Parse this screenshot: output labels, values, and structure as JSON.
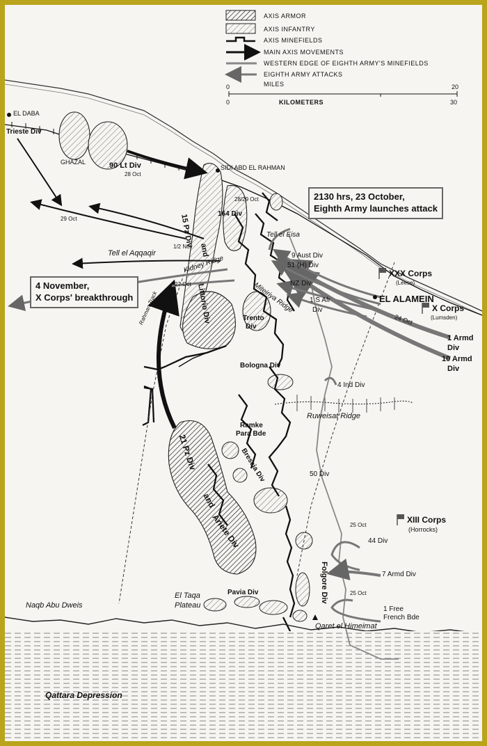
{
  "legend": {
    "axis_armor": "AXIS ARMOR",
    "axis_infantry": "AXIS INFANTRY",
    "axis_minefields": "AXIS MINEFIELDS",
    "main_axis_movements": "MAIN AXIS MOVEMENTS",
    "western_edge": "WESTERN EDGE OF EIGHTH ARMY'S MINEFIELDS",
    "eighth_army_attacks": "EIGHTH ARMY ATTACKS",
    "miles": "MILES",
    "kilometers": "KILOMETERS",
    "miles_0": "0",
    "miles_20": "20",
    "km_0": "0",
    "km_30": "30"
  },
  "callouts": {
    "attack_line1": "2130 hrs, 23 October,",
    "attack_line2": "Eighth Army launches attack",
    "breakthrough_line1": "4 November,",
    "breakthrough_line2": "X Corps' breakthrough"
  },
  "places": {
    "el_daba": "EL DABA",
    "ghazal": "GHAZAL",
    "sidi_abd_el_rahman": "SIDI ABD EL RAHMAN",
    "tell_el_eisa": "Tell el Eisa",
    "tell_el_aqqaqir": "Tell el Aqqaqir",
    "kidney_ridge": "Kidney Ridge",
    "el_alamein": "EL ALAMEIN",
    "miteiriya_ridge": "Miteiriya Ridge",
    "ruweisat_ridge": "Ruweisat Ridge",
    "rahman_track": "Rahman Track",
    "naqb_abu_dweis": "Naqb Abu Dweis",
    "el_taqa_plateau_1": "El Taqa",
    "el_taqa_plateau_2": "Plateau",
    "qaret_el_himeimat": "Qaret el Himeimat",
    "qattara_depression": "Qattara Depression"
  },
  "axis_units": {
    "trieste": "Trieste Div",
    "lt90": "90 Lt Div",
    "pz15": "15 Pz Div",
    "and1": "and",
    "littorio": "Littorio Div",
    "div164": "164 Div",
    "trento_1": "Trento",
    "trento_2": "Div",
    "bologna": "Bologna Div",
    "ramke_1": "Ramke",
    "ramke_2": "Para Bde",
    "brescia": "Brescia Div",
    "pz21": "21 Pz Div",
    "and2": "and",
    "ariete": "Ariete Div",
    "folgore": "Folgore Div",
    "pavia": "Pavia Div"
  },
  "allied_units": {
    "aust9": "9 Aust Div",
    "h51": "51 (H) Div",
    "nz": "NZ Div",
    "safr_1": "1 S Afr",
    "safr_2": "Div",
    "ind4": "4 Ind Div",
    "div50": "50 Div",
    "div44": "44 Div",
    "armd7": "7 Armd Div",
    "french_1": "1 Free",
    "french_2": "French Bde",
    "armd1_1": "1 Armd",
    "armd1_2": "Div",
    "armd10_1": "10 Armd",
    "armd10_2": "Div"
  },
  "corps": {
    "xxx": "XXX Corps",
    "xxx_cmd": "(Leese)",
    "x": "X Corps",
    "x_cmd": "(Lumsden)",
    "xiii": "XIII Corps",
    "xiii_cmd": "(Horrocks)"
  },
  "dates": {
    "oct28": "28 Oct",
    "oct29": "29 Oct",
    "oct27": "27 Oct",
    "oct28_29": "28/29 Oct",
    "nov1_2": "1/2 Nov",
    "oct24": "24 Oct",
    "oct25a": "25 Oct",
    "oct25b": "25 Oct"
  },
  "colors": {
    "frame": "#b9a41c",
    "paper": "#f6f5f1",
    "ink": "#111111",
    "gray_attack": "#777777"
  }
}
